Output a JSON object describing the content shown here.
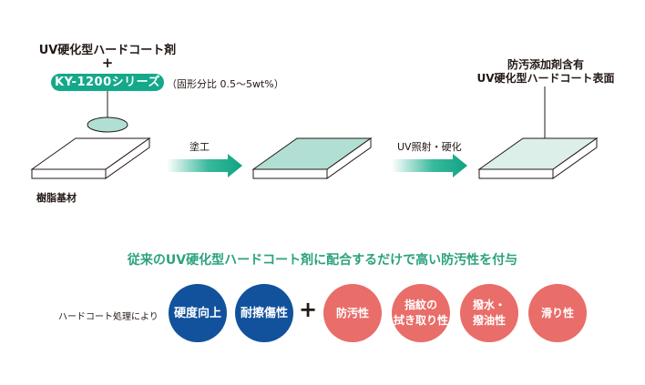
{
  "top": {
    "coating_name": "UV硬化型ハードコート剤",
    "plus": "+",
    "product_pill": "KY-1200シリーズ",
    "solid_ratio": "（固形分比 0.5〜5wt%）",
    "right_label_line1": "防汚添加剤含有",
    "right_label_line2": "UV硬化型ハードコート表面",
    "step1_label": "塗工",
    "step2_label": "UV照射・硬化",
    "substrate_label": "樹脂基材"
  },
  "bottom": {
    "headline": "従来のUV硬化型ハードコート剤に配合するだけで高い防汚性を付与",
    "by_hardcoat": "ハードコート処理により",
    "plus": "+",
    "base_features": [
      "硬度向上",
      "耐擦傷性"
    ],
    "added_features": [
      {
        "line1": "防汚性",
        "line2": ""
      },
      {
        "line1": "指紋の",
        "line2": "拭き取り性"
      },
      {
        "line1": "撥水・",
        "line2": "撥油性"
      },
      {
        "line1": "滑り性",
        "line2": ""
      }
    ]
  },
  "colors": {
    "teal": "#13a98a",
    "headline_green": "#2ba27e",
    "blue_circle": "#12529c",
    "red_circle": "#e96d69",
    "coated_top": "#b2dfd4",
    "cured_top": "#dcefe9"
  }
}
